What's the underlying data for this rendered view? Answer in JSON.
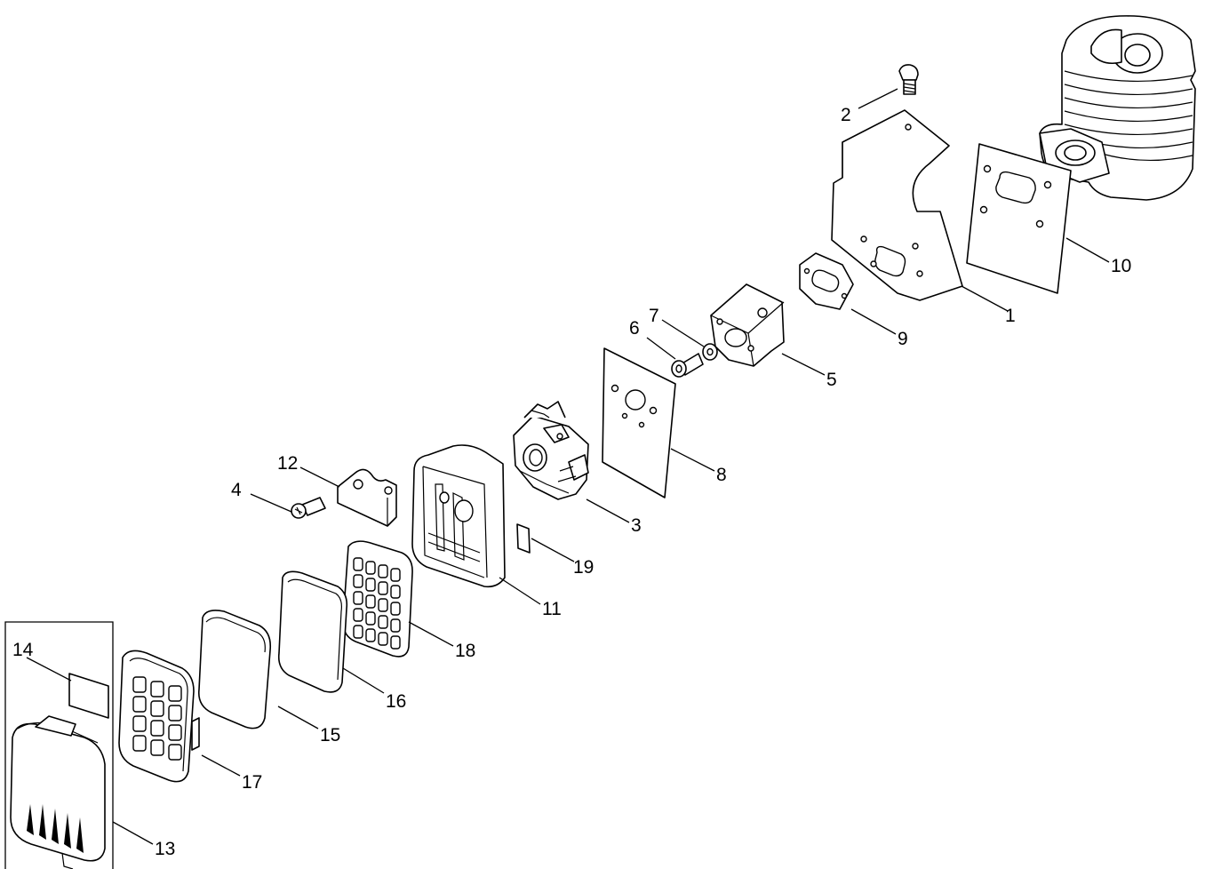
{
  "callouts": [
    "1",
    "2",
    "3",
    "4",
    "5",
    "6",
    "7",
    "8",
    "9",
    "10",
    "11",
    "12",
    "13",
    "14",
    "15",
    "16",
    "17",
    "18",
    "19"
  ],
  "icons": {
    "cylinder": "engine-cylinder-icon",
    "carburetor": "carburetor-icon",
    "air_cleaner": "air-cleaner-case-icon"
  },
  "colors": {
    "line": "#000000",
    "background": "#ffffff"
  }
}
